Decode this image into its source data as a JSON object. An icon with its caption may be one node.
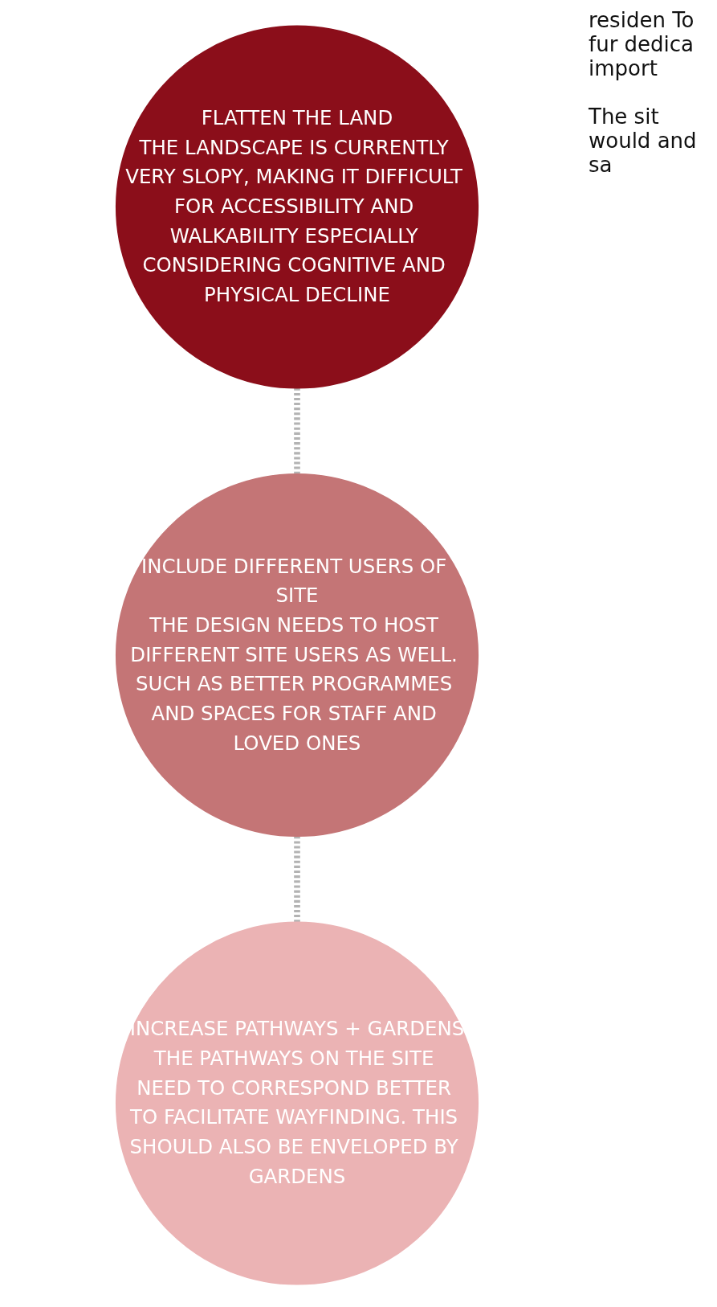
{
  "diagram": {
    "nodes": [
      {
        "text": [
          "FLATTEN THE LAND",
          "THE LANDSCAPE IS CURRENTLY VERY SLOPY, MAKING IT DIFFICULT FOR ACCESSIBILITY AND WALKABILITY ESPECIALLY CONSIDERING COGNITIVE AND PHYSICAL DECLINE"
        ]
      },
      {
        "text": [
          "INCLUDE DIFFERENT USERS OF SITE",
          "THE DESIGN NEEDS TO HOST DIFFERENT SITE USERS AS WELL. SUCH AS BETTER PROGRAMMES AND SPACES FOR STAFF AND LOVED ONES"
        ]
      },
      {
        "text": [
          "INCREASE PATHWAYS + GARDENS",
          "THE PATHWAYS ON THE SITE NEED TO CORRESPOND BETTER TO FACILITATE WAYFINDING. THIS SHOULD ALSO BE ENVELOPED BY GARDENS"
        ]
      }
    ],
    "edges": [
      {
        "from": 0,
        "to": 1,
        "arrow": "none",
        "style": "dashed"
      },
      {
        "from": 1,
        "to": 2,
        "arrow": "none",
        "style": "dashed"
      }
    ],
    "labels": [
      "residen To fur dedica import",
      "The sit would and sa"
    ]
  }
}
